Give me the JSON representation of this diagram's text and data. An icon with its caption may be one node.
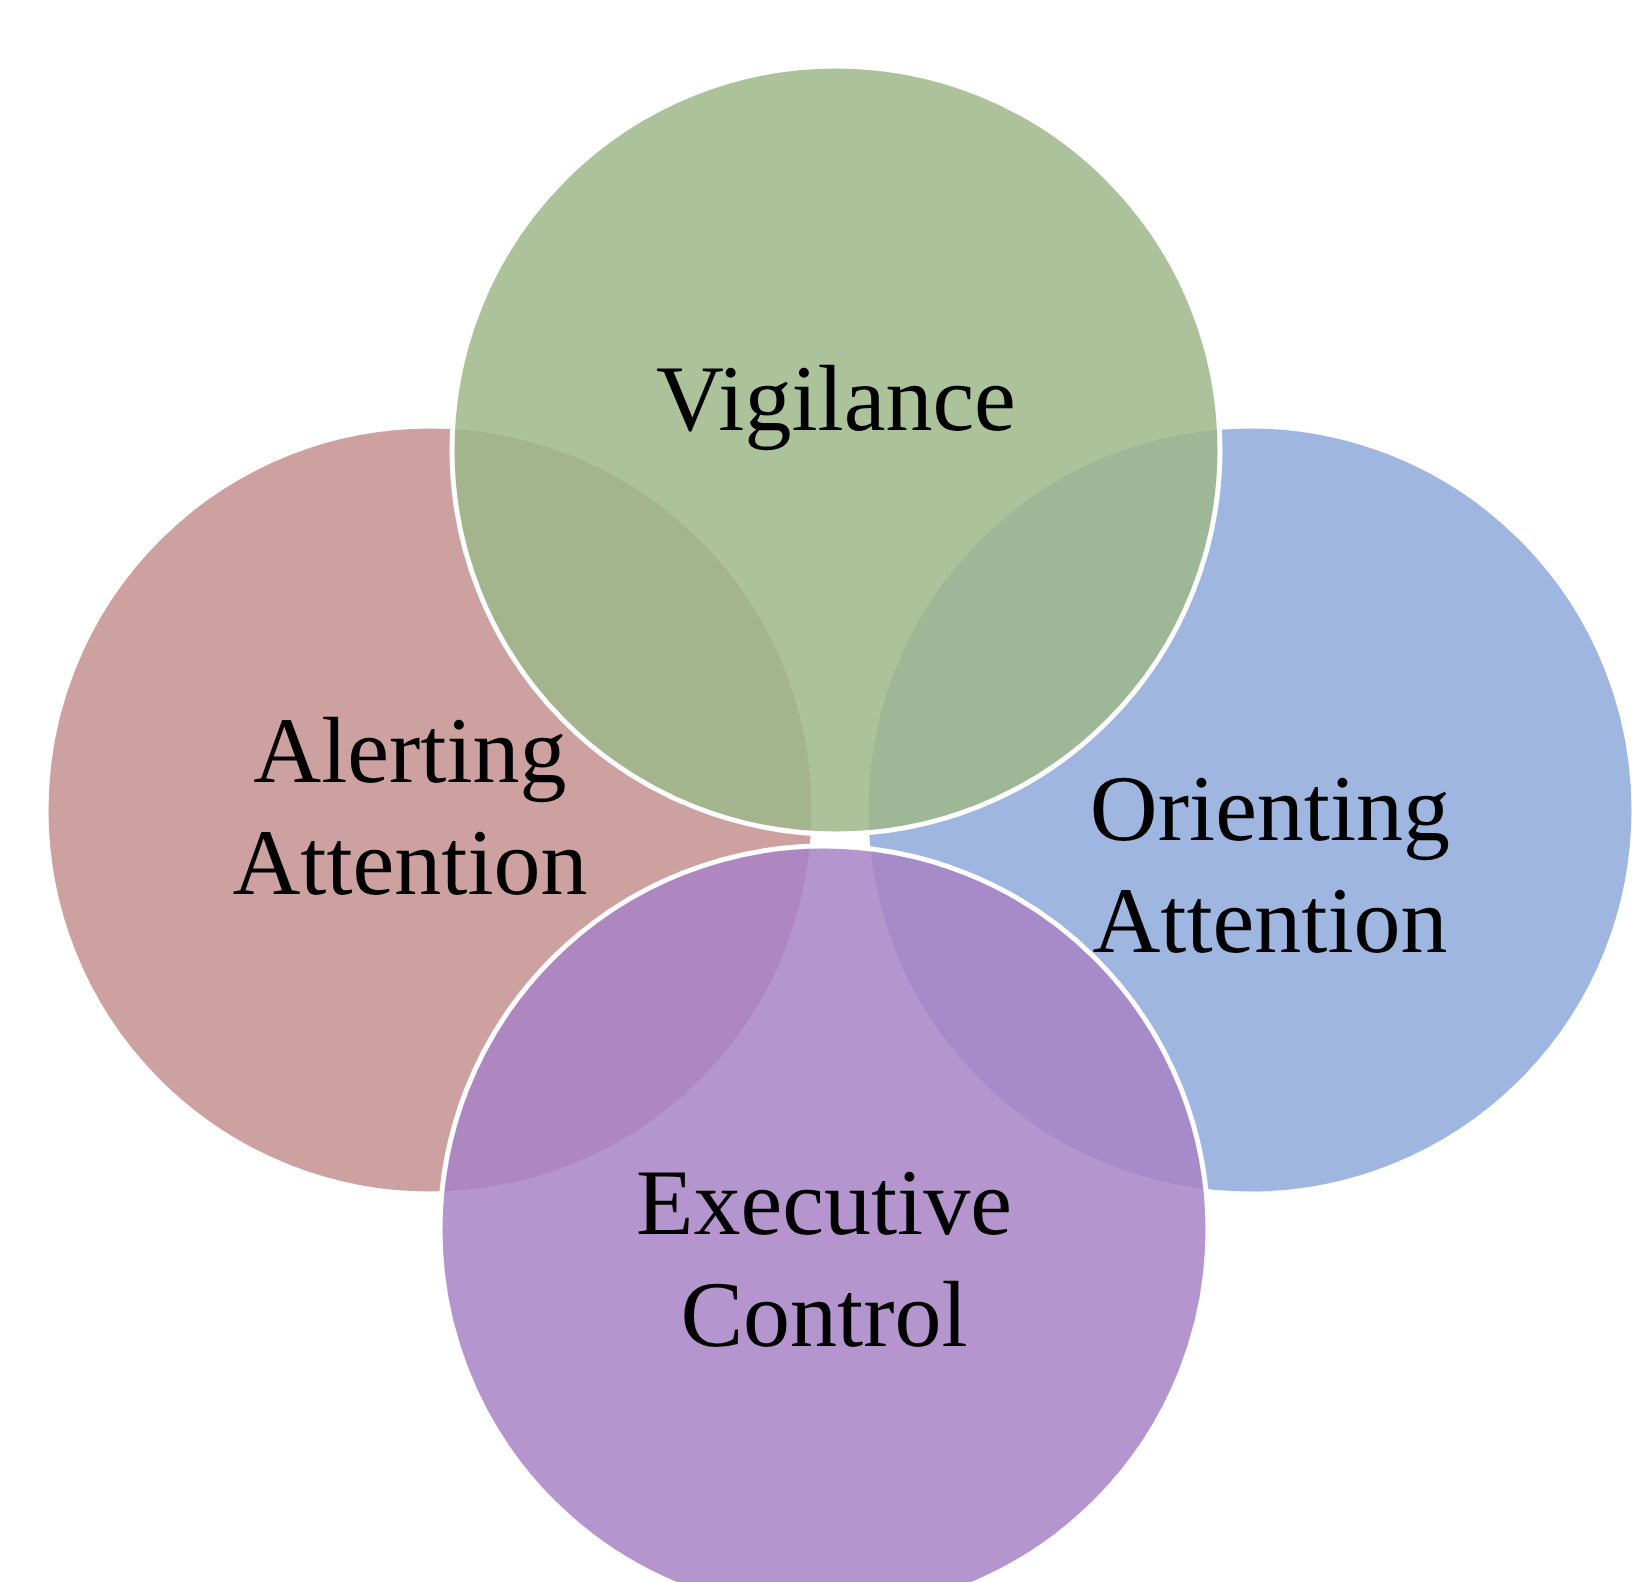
{
  "diagram": {
    "nodes": [
      {
        "text": [
          "Vigilance"
        ]
      },
      {
        "text": [
          "Alerting Attention"
        ]
      },
      {
        "text": [
          "Orienting Attention"
        ]
      },
      {
        "text": [
          "Executive Control"
        ]
      }
    ]
  }
}
